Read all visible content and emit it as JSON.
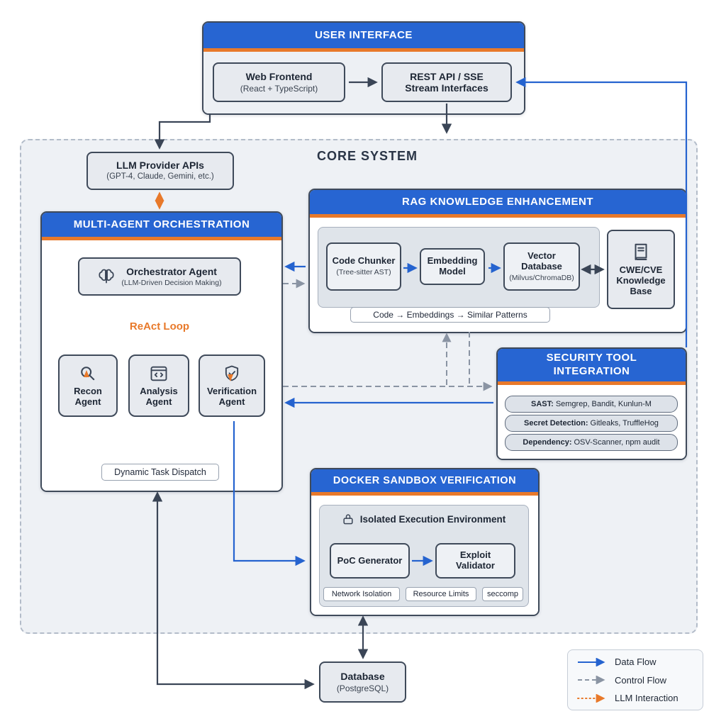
{
  "colors": {
    "header_blue": "#2765d2",
    "accent_orange": "#e8792a",
    "data_flow_blue": "#2563cf",
    "control_flow_gray": "#8a94a3",
    "llm_interaction_orange": "#e8792a"
  },
  "user_interface": {
    "title": "USER INTERFACE",
    "web_frontend": {
      "title": "Web Frontend",
      "sub": "(React + TypeScript)"
    },
    "rest_api": {
      "line1": "REST API / SSE",
      "line2": "Stream Interfaces"
    }
  },
  "core_system": {
    "label": "CORE SYSTEM",
    "llm_providers": {
      "title": "LLM Provider APIs",
      "sub": "(GPT-4, Claude, Gemini, etc.)"
    },
    "orchestration": {
      "title": "MULTI-AGENT ORCHESTRATION",
      "orchestrator": {
        "title": "Orchestrator Agent",
        "sub": "(LLM-Driven Decision Making)"
      },
      "react_loop_label": "ReAct Loop",
      "agents": [
        {
          "title": "Recon Agent"
        },
        {
          "title": "Analysis Agent"
        },
        {
          "title": "Verification Agent"
        }
      ],
      "dispatch_label": "Dynamic Task Dispatch"
    },
    "rag": {
      "title": "RAG KNOWLEDGE ENHANCEMENT",
      "code_chunker": {
        "title": "Code Chunker",
        "sub": "(Tree-sitter AST)"
      },
      "embedding_model": {
        "title": "Embedding Model"
      },
      "vector_database": {
        "title": "Vector Database",
        "sub": "(Milvus/ChromaDB)"
      },
      "flow_label": "Code → Embeddings → Similar Patterns",
      "knowledge_base": {
        "title": "CWE/CVE Knowledge Base"
      }
    },
    "security_tools": {
      "title_line1": "SECURITY TOOL",
      "title_line2": "INTEGRATION",
      "rows": [
        {
          "label": "SAST:",
          "value": "Semgrep, Bandit, Kunlun-M"
        },
        {
          "label": "Secret Detection:",
          "value": "Gitleaks, TruffleHog"
        },
        {
          "label": "Dependency:",
          "value": "OSV-Scanner, npm audit"
        }
      ]
    },
    "docker_sandbox": {
      "title": "DOCKER SANDBOX VERIFICATION",
      "environment_title": "Isolated Execution Environment",
      "poc_generator": {
        "title": "PoC Generator"
      },
      "exploit_validator": {
        "title": "Exploit Validator"
      },
      "constraints": [
        "Network Isolation",
        "Resource Limits",
        "seccomp"
      ]
    }
  },
  "database": {
    "title": "Database",
    "sub": "(PostgreSQL)"
  },
  "legend": {
    "items": [
      {
        "label": "Data Flow"
      },
      {
        "label": "Control Flow"
      },
      {
        "label": "LLM Interaction"
      }
    ]
  }
}
